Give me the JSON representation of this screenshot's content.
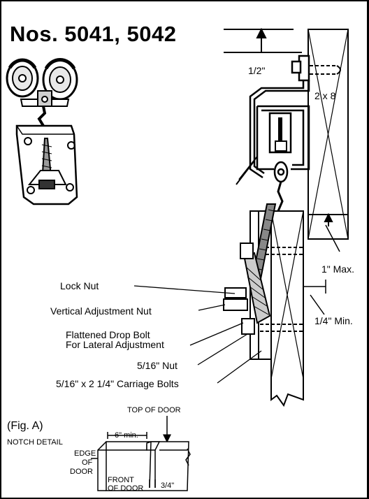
{
  "title": "Nos. 5041, 5042",
  "dimensions": {
    "half_inch": "1/2\"",
    "board": "2 x 8",
    "max": "1\" Max.",
    "min": "1/4\" Min."
  },
  "callouts": {
    "lock_nut": "Lock Nut",
    "vertical_adjustment_nut": "Vertical Adjustment Nut",
    "flattened_drop_bolt_line1": "Flattened Drop Bolt",
    "flattened_drop_bolt_line2": "For Lateral Adjustment",
    "nut_516": "5/16\" Nut",
    "carriage_bolts": "5/16\" x 2 1/4\" Carriage Bolts"
  },
  "fig_a": {
    "label": "(Fig. A)",
    "notch_detail": "NOTCH DETAIL",
    "top_of_door": "TOP OF DOOR",
    "six_min": "6\" min.",
    "edge_line1": "EDGE",
    "edge_line2": "OF",
    "edge_line3": "DOOR",
    "front_line1": "FRONT",
    "front_line2": "OF DOOR",
    "three_quarter": "3/4\""
  }
}
